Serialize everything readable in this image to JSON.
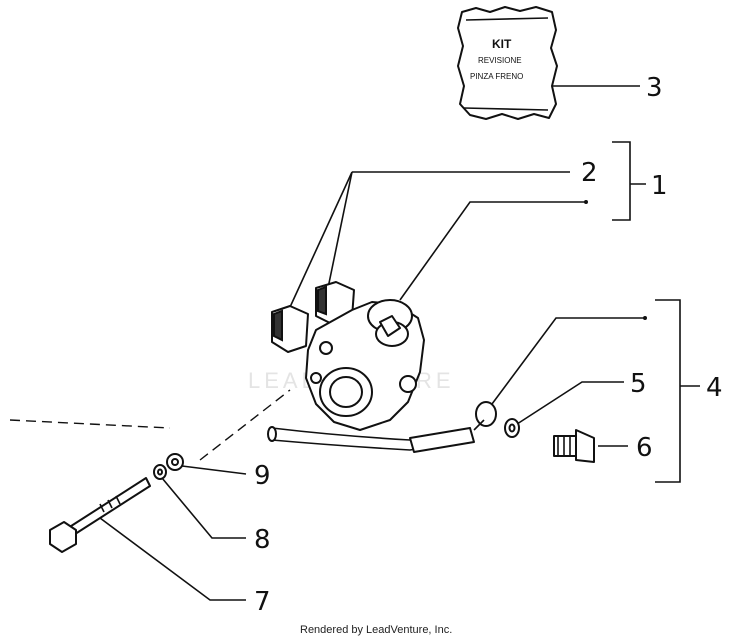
{
  "kit_label": {
    "line1": "KIT",
    "line2": "REVISIONE",
    "line3": "PINZA FRENO"
  },
  "watermark": "LEADVENTURE",
  "footer": "Rendered by LeadVenture, Inc.",
  "callouts": {
    "c1": "1",
    "c2": "2",
    "c3": "3",
    "c4": "4",
    "c5": "5",
    "c6": "6",
    "c7": "7",
    "c8": "8",
    "c9": "9"
  }
}
